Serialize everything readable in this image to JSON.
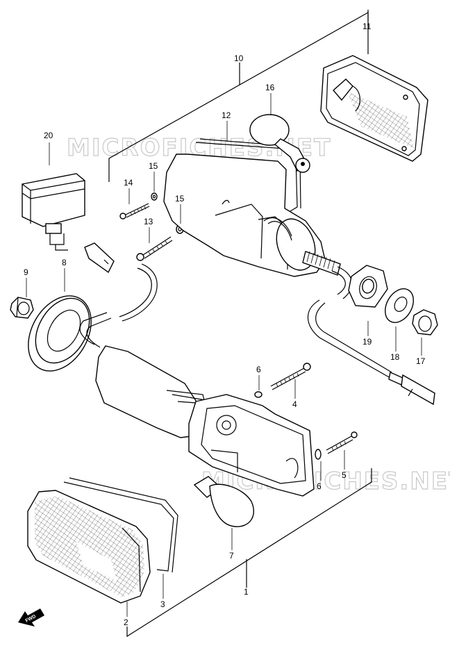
{
  "watermark": "MICROFICHES.NET",
  "fwd_label": "FWD",
  "callouts": [
    {
      "id": "c1",
      "text": "1"
    },
    {
      "id": "c2",
      "text": "2"
    },
    {
      "id": "c3",
      "text": "3"
    },
    {
      "id": "c4",
      "text": "4"
    },
    {
      "id": "c5",
      "text": "5"
    },
    {
      "id": "c6a",
      "text": "6"
    },
    {
      "id": "c6b",
      "text": "6"
    },
    {
      "id": "c7",
      "text": "7"
    },
    {
      "id": "c8",
      "text": "8"
    },
    {
      "id": "c9",
      "text": "9"
    },
    {
      "id": "c10",
      "text": "10"
    },
    {
      "id": "c11",
      "text": "11"
    },
    {
      "id": "c12",
      "text": "12"
    },
    {
      "id": "c13",
      "text": "13"
    },
    {
      "id": "c14",
      "text": "14"
    },
    {
      "id": "c15a",
      "text": "15"
    },
    {
      "id": "c15b",
      "text": "15"
    },
    {
      "id": "c16",
      "text": "16"
    },
    {
      "id": "c17",
      "text": "17"
    },
    {
      "id": "c18",
      "text": "18"
    },
    {
      "id": "c19",
      "text": "19"
    },
    {
      "id": "c20",
      "text": "20"
    }
  ]
}
